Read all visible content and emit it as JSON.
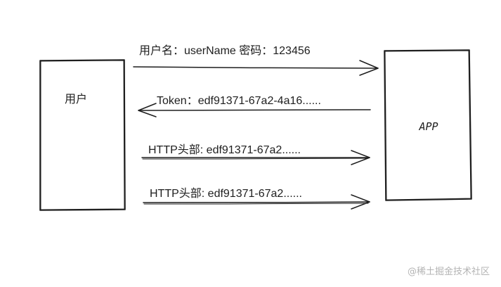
{
  "nodes": {
    "user": {
      "label": "用户"
    },
    "app": {
      "label": "APP"
    }
  },
  "messages": [
    {
      "text": "用户名：userName 密码：123456",
      "direction": "user-to-app"
    },
    {
      "text": "Token：edf91371-67a2-4a16......",
      "direction": "app-to-user"
    },
    {
      "text": "HTTP头部: edf91371-67a2......",
      "direction": "user-to-app"
    },
    {
      "text": "HTTP头部: edf91371-67a2......",
      "direction": "user-to-app"
    }
  ],
  "watermark": "@稀土掘金技术社区"
}
